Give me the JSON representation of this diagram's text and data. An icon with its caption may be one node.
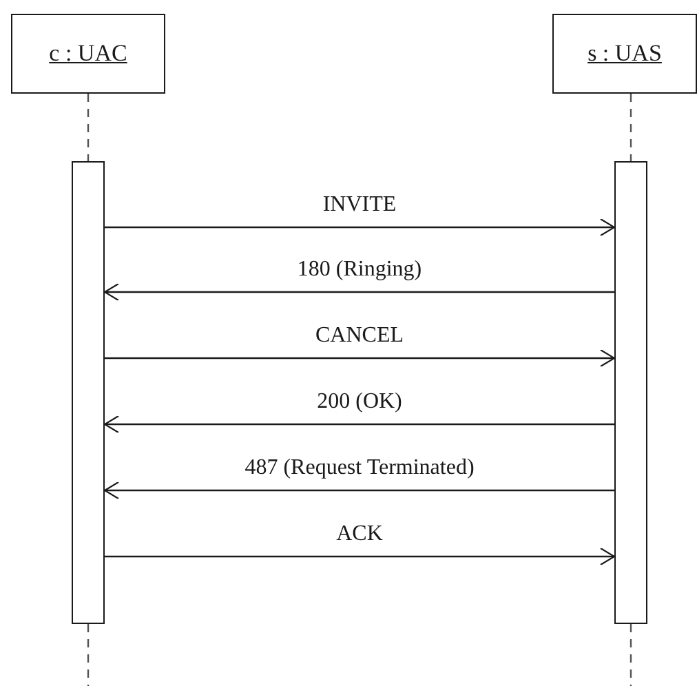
{
  "diagram": {
    "nodes": [
      {
        "text": [
          "c : UAC"
        ]
      },
      {
        "text": [
          "s : UAS"
        ]
      },
      {
        "text": [],
        "shape": "bar"
      },
      {
        "text": [],
        "shape": "bar"
      }
    ],
    "edges": [
      {
        "from": 0,
        "to": 2,
        "arrow": "none",
        "style": "dashed"
      },
      {
        "from": 1,
        "to": 3,
        "arrow": "none",
        "style": "dashed"
      },
      {
        "from": 2,
        "to": 3,
        "arrow": "to",
        "label": "INVITE"
      },
      {
        "from": 3,
        "to": 2,
        "arrow": "to",
        "label": "180 (Ringing)"
      },
      {
        "from": 2,
        "to": 3,
        "arrow": "to",
        "label": "CANCEL"
      },
      {
        "from": 3,
        "to": 2,
        "arrow": "to",
        "label": "200 (OK)"
      },
      {
        "from": 3,
        "to": 2,
        "arrow": "to",
        "label": "487 (Request Terminated)"
      },
      {
        "from": 2,
        "to": 3,
        "arrow": "to",
        "label": "ACK"
      },
      {
        "from": 2,
        "to": null,
        "arrow": "none",
        "style": "dashed"
      },
      {
        "from": 3,
        "to": null,
        "arrow": "none",
        "style": "dashed"
      }
    ]
  }
}
